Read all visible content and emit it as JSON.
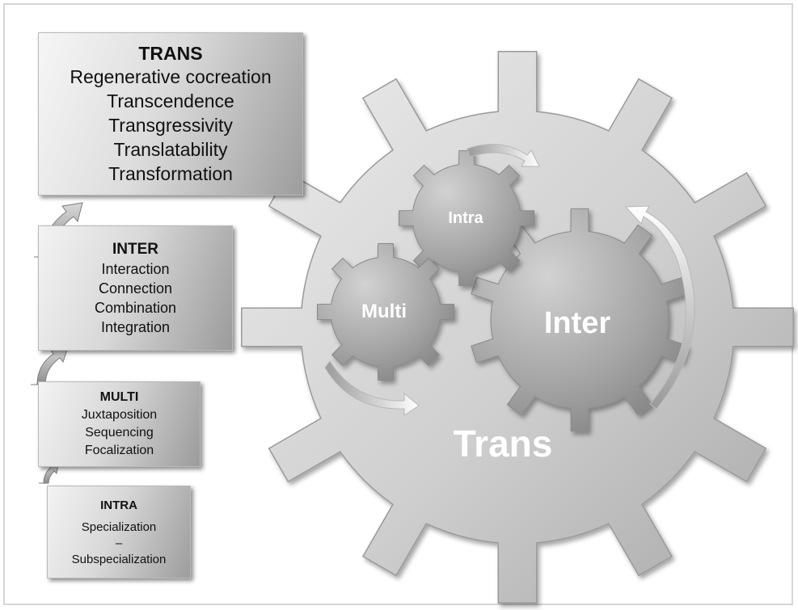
{
  "levels": {
    "trans": {
      "title": "TRANS",
      "items": [
        "Regenerative cocreation",
        "Transcendence",
        "Transgressivity",
        "Translatability",
        "Transformation"
      ]
    },
    "inter": {
      "title": "INTER",
      "items": [
        "Interaction",
        "Connection",
        "Combination",
        "Integration"
      ]
    },
    "multi": {
      "title": "MULTI",
      "items": [
        "Juxtaposition",
        "Sequencing",
        "Focalization"
      ]
    },
    "intra": {
      "title": "INTRA",
      "items": [
        "Specialization",
        "–",
        "Subspecialization"
      ]
    }
  },
  "gears": {
    "outer": "Trans",
    "inter": "Inter",
    "intra": "Intra",
    "multi": "Multi"
  },
  "colors": {
    "outer_gear_light": "#e4e4e4",
    "outer_gear_dark": "#a9a9a9",
    "inner_gear_light": "#c4c4c4",
    "inner_gear_dark": "#7b7b7b",
    "label": "#ffffff"
  }
}
